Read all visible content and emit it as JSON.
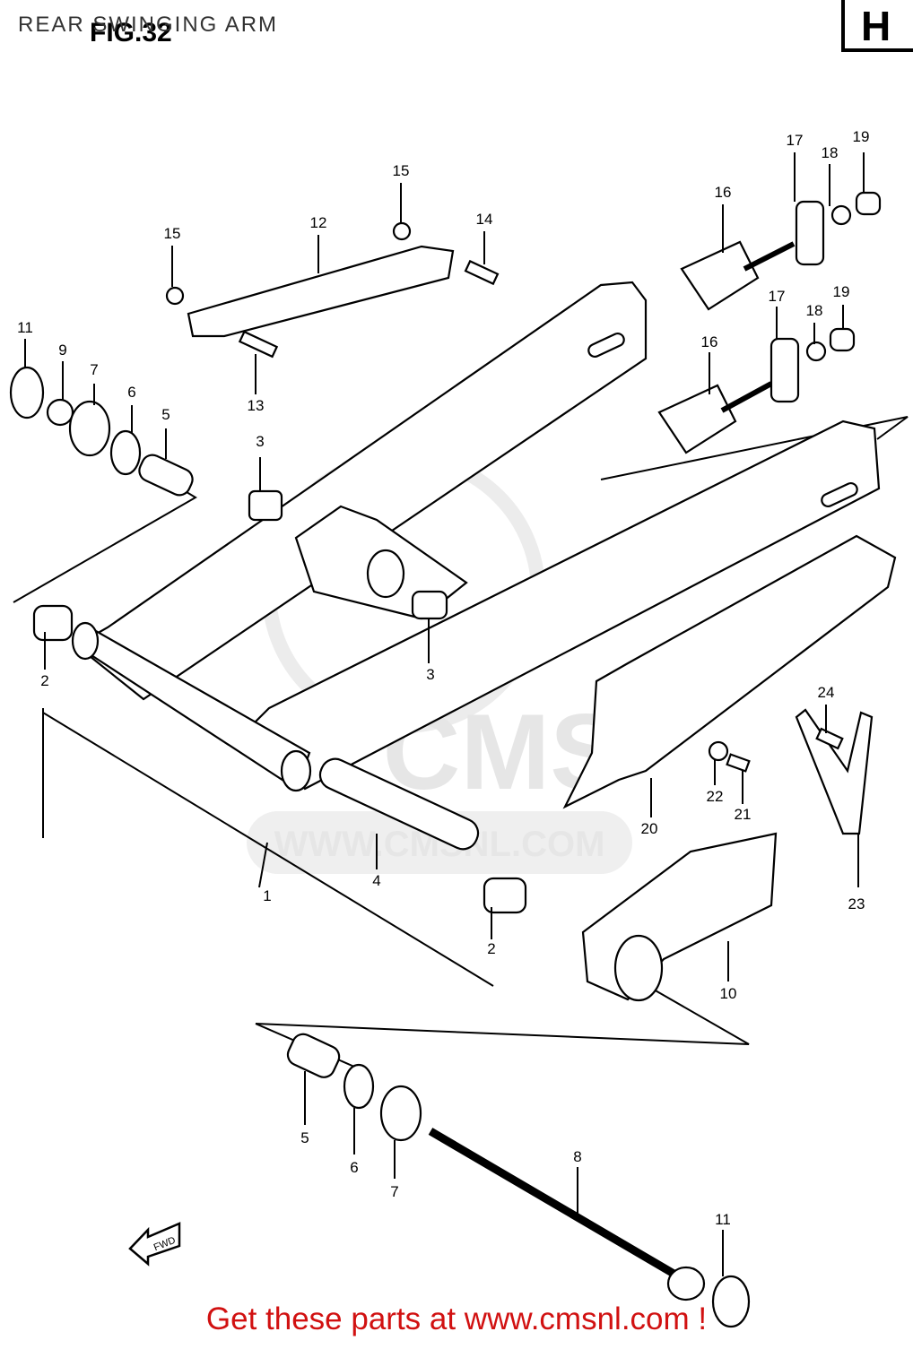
{
  "header": {
    "title": "REAR SWINGING ARM",
    "figure": "FIG.32",
    "section": "H"
  },
  "watermark": {
    "brand": "CMS",
    "url": "WWW.CMSNL.COM"
  },
  "fwd_label": "FWD",
  "callouts": {
    "c1": "1",
    "c2a": "2",
    "c2b": "2",
    "c3a": "3",
    "c3b": "3",
    "c4": "4",
    "c5a": "5",
    "c5b": "5",
    "c6a": "6",
    "c6b": "6",
    "c7a": "7",
    "c7b": "7",
    "c8": "8",
    "c9": "9",
    "c10": "10",
    "c11a": "11",
    "c11b": "11",
    "c12": "12",
    "c13": "13",
    "c14": "14",
    "c15a": "15",
    "c15b": "15",
    "c16a": "16",
    "c16b": "16",
    "c17a": "17",
    "c17b": "17",
    "c18a": "18",
    "c18b": "18",
    "c19a": "19",
    "c19b": "19",
    "c20": "20",
    "c21": "21",
    "c22": "22",
    "c23": "23",
    "c24": "24"
  },
  "footer": {
    "text": "Get these parts at www.cmsnl.com !",
    "color": "#d11111"
  }
}
